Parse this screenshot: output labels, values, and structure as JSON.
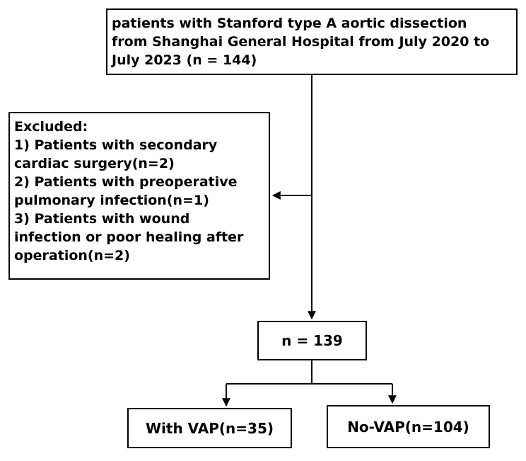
{
  "top_box": {
    "lines": [
      "patients with Stanford type A aortic dissection",
      "from  Shanghai General Hospital from July 2020 to",
      "July 2023   (n = 144)"
    ]
  },
  "excluded_box": {
    "lines": [
      "Excluded:",
      "1) Patients with secondary",
      "cardiac surgery(n=2)",
      "2) Patients with preoperative",
      "pulmonary infection(n=1)",
      "3) Patients with wound",
      "infection or poor healing after",
      "operation(n=2)"
    ]
  },
  "middle_box": {
    "label": "n = 139"
  },
  "vap_box": {
    "label": "With VAP(n=35)"
  },
  "novap_box": {
    "label": "No-VAP(n=104)"
  }
}
